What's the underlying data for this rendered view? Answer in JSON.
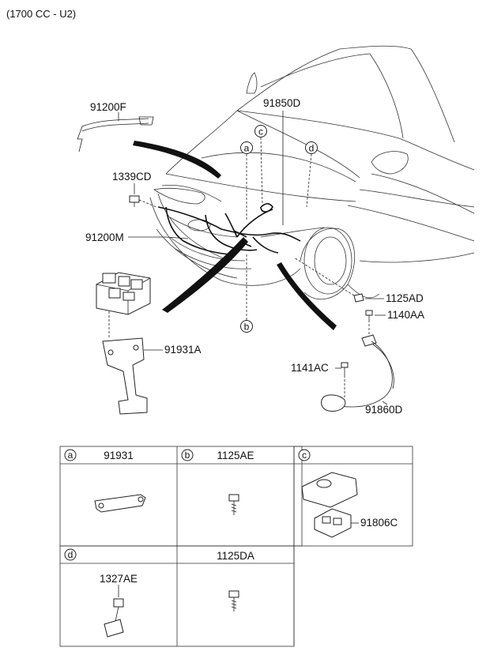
{
  "header": {
    "engine_label": "(1700 CC - U2)"
  },
  "callouts": {
    "p91200F": "91200F",
    "p91850D": "91850D",
    "p1339CD": "1339CD",
    "p91200M": "91200M",
    "p91931A": "91931A",
    "p1125AD": "1125AD",
    "p1140AA": "1140AA",
    "p1141AC": "1141AC",
    "p91860D": "91860D"
  },
  "refs": {
    "a": "a",
    "b": "b",
    "c": "c",
    "d": "d"
  },
  "table": {
    "cell_a": {
      "letter": "a",
      "part": "91931"
    },
    "cell_b": {
      "letter": "b",
      "part": "1125AE"
    },
    "cell_c": {
      "letter": "c",
      "sub_part": "91806C"
    },
    "cell_d": {
      "letter": "d",
      "part": "1327AE"
    },
    "cell_e": {
      "part": "1125DA"
    }
  }
}
